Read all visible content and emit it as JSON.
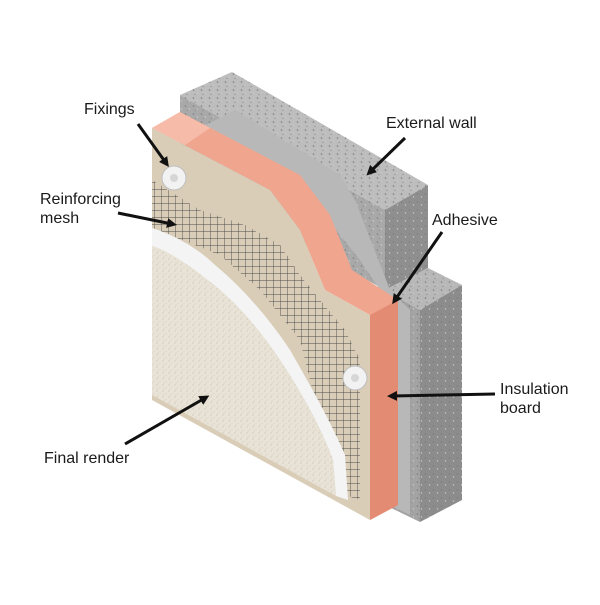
{
  "labels": {
    "fixings": "Fixings",
    "reinforcing_mesh_line1": "Reinforcing",
    "reinforcing_mesh_line2": "mesh",
    "external_wall": "External wall",
    "adhesive": "Adhesive",
    "insulation_board_line1": "Insulation",
    "insulation_board_line2": "board",
    "final_render": "Final render"
  },
  "colors": {
    "concrete": "#a9a9a9",
    "insulation": "#f0a58f",
    "adhesive": "#b8b8b8",
    "basecoat": "#d9cdb8",
    "mesh": "#4a4a4a",
    "render": "#e8e3d6",
    "fixing": "#f2f2f2",
    "arrow": "#111111"
  }
}
